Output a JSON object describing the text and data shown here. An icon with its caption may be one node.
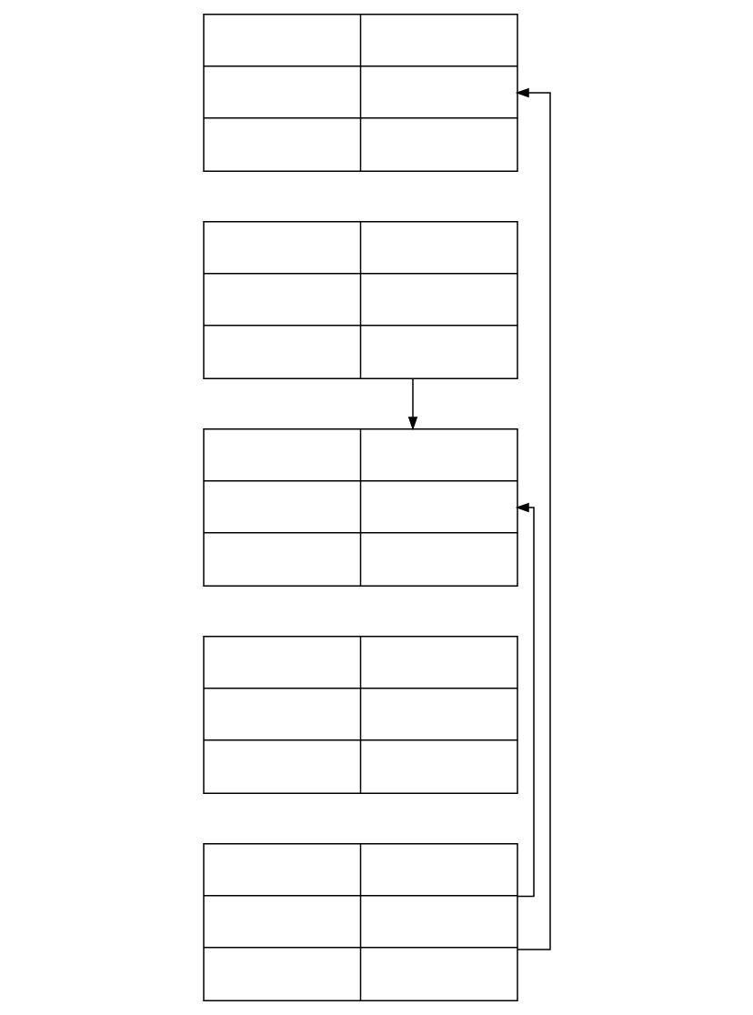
{
  "diagram": {
    "nodes": [
      {
        "text": [],
        "shape": "box"
      },
      {
        "text": [],
        "shape": "box"
      },
      {
        "text": [],
        "shape": "box"
      },
      {
        "text": [],
        "shape": "box"
      },
      {
        "text": [],
        "shape": "box"
      }
    ],
    "edges": [
      {
        "from": 1,
        "to": 2,
        "arrow": "to"
      },
      {
        "from": 4,
        "to": 2,
        "arrow": "to"
      },
      {
        "from": 4,
        "to": 0,
        "arrow": "to"
      }
    ]
  }
}
